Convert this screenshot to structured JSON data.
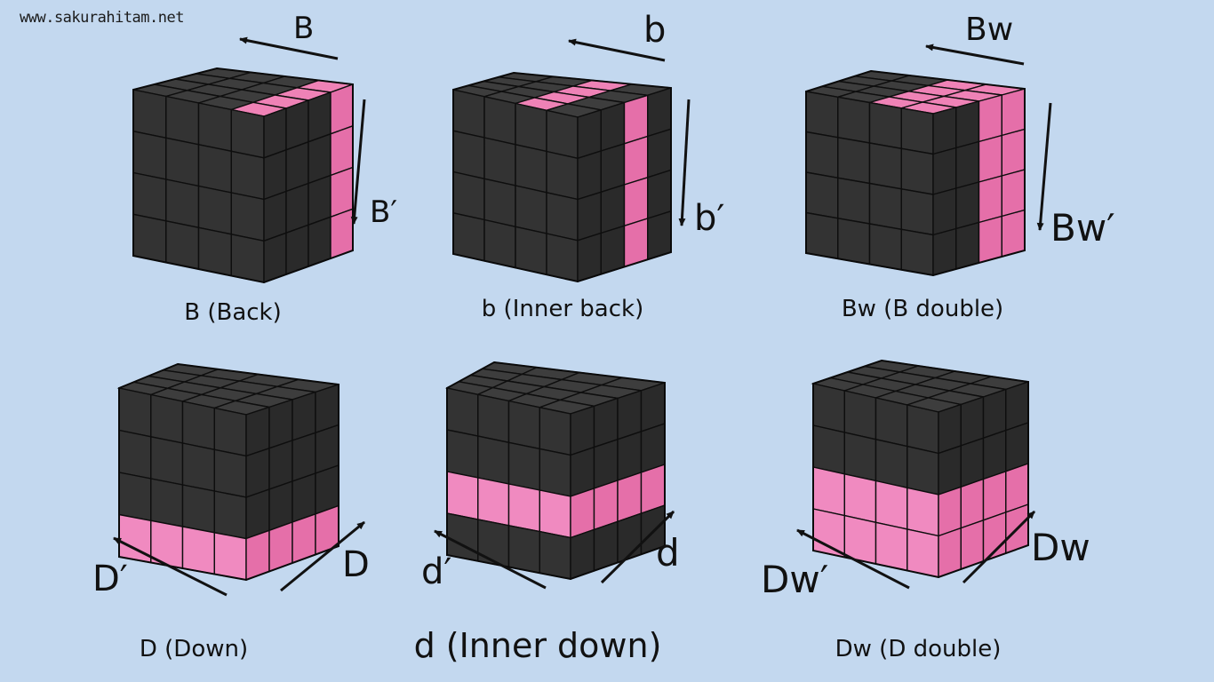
{
  "watermark": "www.sakurahitam.net",
  "colors": {
    "background": "#c3d8ef",
    "top_face": "#3d3d3d",
    "left_face": "#333333",
    "right_face": "#2a2a2a",
    "highlight_top": "#ef82b6",
    "highlight_left": "#f08ac0",
    "highlight_right": "#e56fa9",
    "grid_line": "#0e0e0e"
  },
  "cubes": [
    {
      "id": "b-back",
      "caption": "B (Back)",
      "move_label": "B",
      "inverse_label": "B′",
      "arrow_icon": "arrow-left-icon",
      "inverse_arrow_icon": "arrow-down-icon",
      "highlight_right_columns": [
        3
      ],
      "highlight_top_rows": [
        0
      ],
      "highlight_left_rows": [],
      "highlight_right_rows": []
    },
    {
      "id": "b-inner-back",
      "caption": "b (Inner back)",
      "move_label": "b",
      "inverse_label": "b′",
      "arrow_icon": "arrow-left-icon",
      "inverse_arrow_icon": "arrow-down-icon",
      "highlight_right_columns": [
        2
      ],
      "highlight_top_rows": [
        1
      ],
      "highlight_left_rows": [],
      "highlight_right_rows": []
    },
    {
      "id": "bw-b-double",
      "caption": "Bw (B double)",
      "move_label": "Bw",
      "inverse_label": "Bw′",
      "arrow_icon": "arrow-left-icon",
      "inverse_arrow_icon": "arrow-down-icon",
      "highlight_right_columns": [
        2,
        3
      ],
      "highlight_top_rows": [
        0,
        1
      ],
      "highlight_left_rows": [],
      "highlight_right_rows": []
    },
    {
      "id": "d-down",
      "caption": "D (Down)",
      "move_label": "D",
      "inverse_label": "D′",
      "arrow_icon": "arrow-up-right-icon",
      "inverse_arrow_icon": "arrow-up-left-icon",
      "highlight_right_columns": [],
      "highlight_top_rows": [],
      "highlight_left_rows": [
        3
      ],
      "highlight_right_rows": [
        3
      ]
    },
    {
      "id": "d-inner-down",
      "caption": "d (Inner down)",
      "move_label": "d",
      "inverse_label": "d′",
      "arrow_icon": "arrow-up-right-icon",
      "inverse_arrow_icon": "arrow-up-left-icon",
      "highlight_right_columns": [],
      "highlight_top_rows": [],
      "highlight_left_rows": [
        2
      ],
      "highlight_right_rows": [
        2
      ]
    },
    {
      "id": "dw-d-double",
      "caption": "Dw (D double)",
      "move_label": "Dw",
      "inverse_label": "Dw′",
      "arrow_icon": "arrow-up-right-icon",
      "inverse_arrow_icon": "arrow-up-left-icon",
      "highlight_right_columns": [],
      "highlight_top_rows": [],
      "highlight_left_rows": [
        2,
        3
      ],
      "highlight_right_rows": [
        2,
        3
      ]
    }
  ]
}
